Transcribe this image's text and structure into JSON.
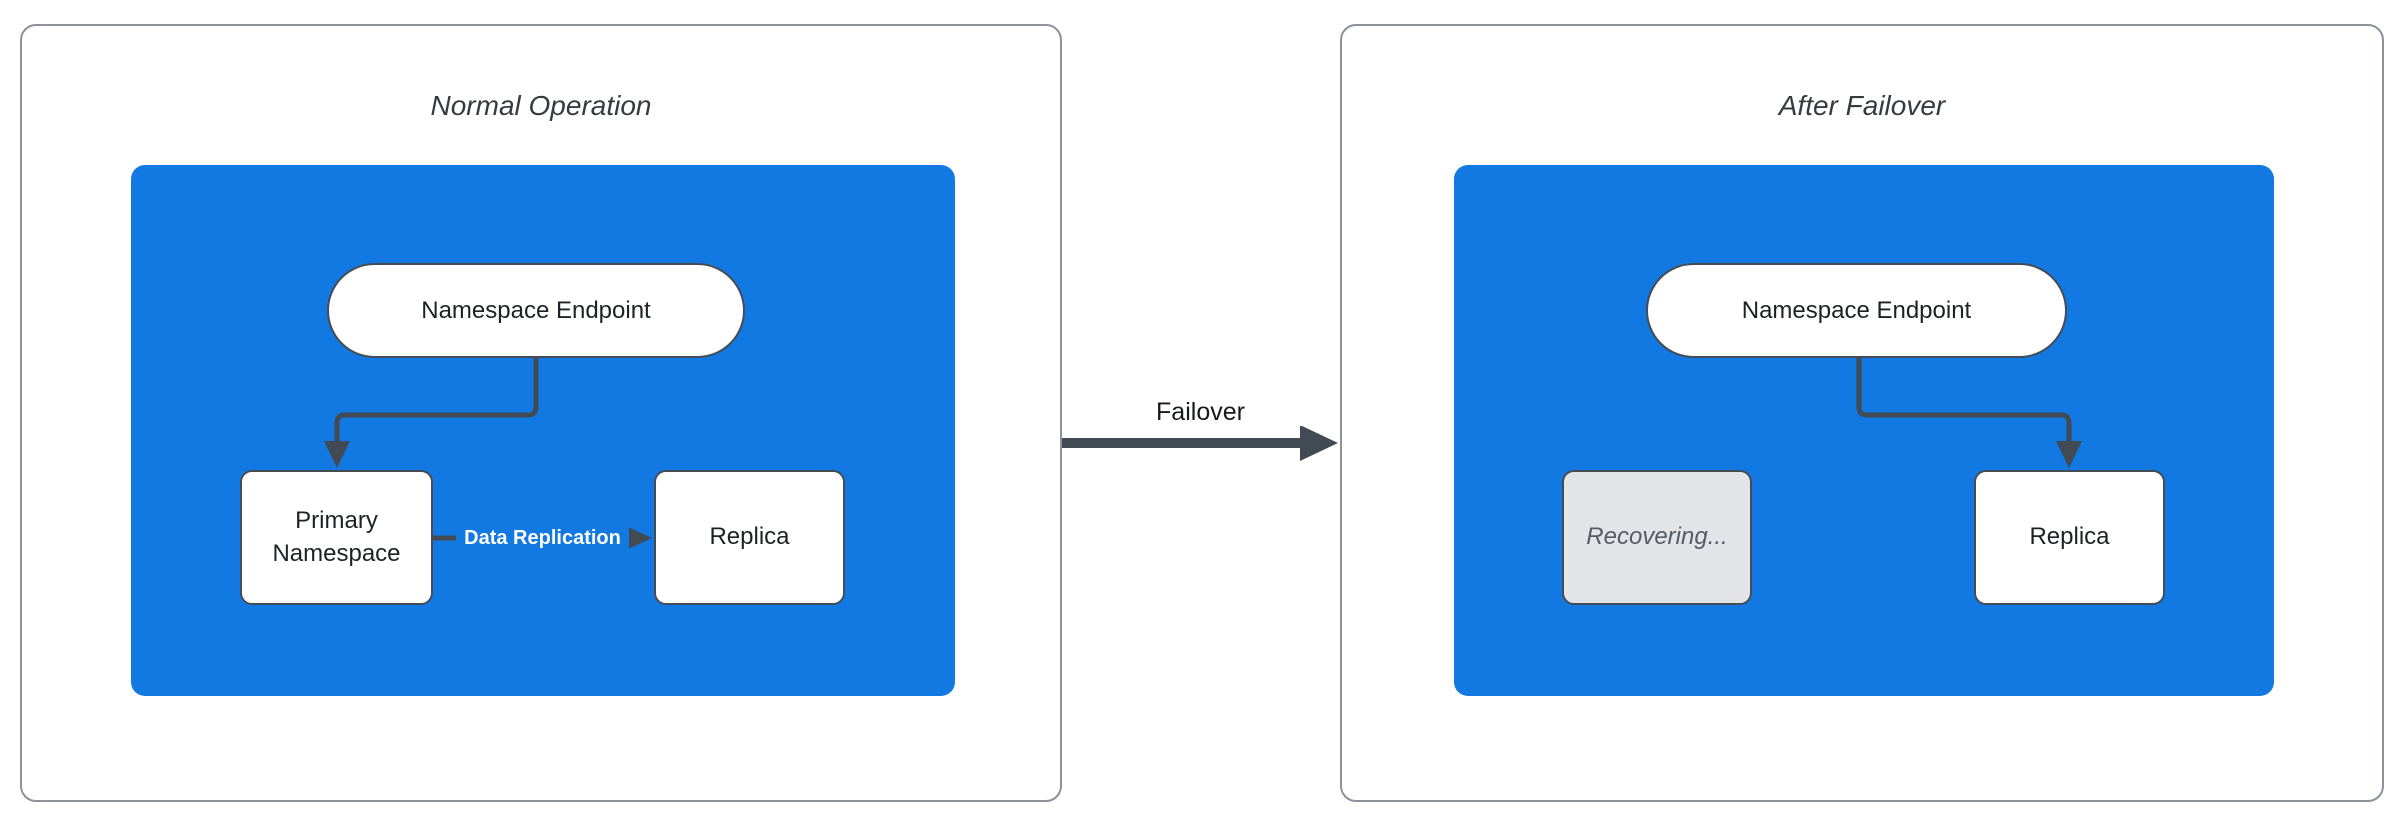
{
  "colors": {
    "blue": "#1278e2",
    "connector": "#424a53",
    "node_border": "#454c55",
    "panel_border": "#8d9199",
    "node_text": "#1e2227",
    "title_text": "#363b42",
    "recovering_fill": "#e2e4e7",
    "recovering_text": "#565c64",
    "edge_label_text": "#ffffff",
    "failover_text": "#17191d"
  },
  "left_panel": {
    "title": "Normal Operation",
    "endpoint": "Namespace Endpoint",
    "primary": "Primary Namespace",
    "replica": "Replica",
    "replication_label": "Data Replication"
  },
  "transition": {
    "label": "Failover"
  },
  "right_panel": {
    "title": "After Failover",
    "endpoint": "Namespace Endpoint",
    "recovering": "Recovering...",
    "replica": "Replica"
  }
}
